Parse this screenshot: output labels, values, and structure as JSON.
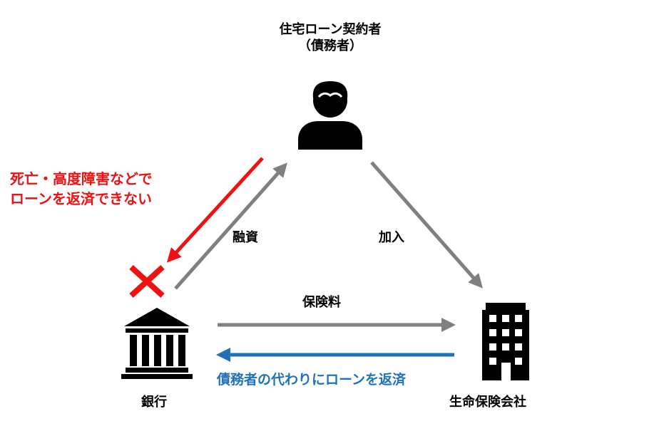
{
  "nodes": {
    "borrower": {
      "line1": "住宅ローン契約者",
      "line2": "（債務者）",
      "icon": "person-icon"
    },
    "bank": {
      "label": "銀行",
      "icon": "bank-icon"
    },
    "insurer": {
      "label": "生命保険会社",
      "icon": "office-building-icon"
    }
  },
  "edges": {
    "loan": {
      "label": "融資"
    },
    "enroll": {
      "label": "加入"
    },
    "premium": {
      "label": "保険料"
    },
    "repay": {
      "label": "債務者の代わりにローンを返済"
    },
    "failure": {
      "line1": "死亡・高度障害などで",
      "line2": "ローンを返済できない"
    }
  },
  "colors": {
    "gray": "#808080",
    "red": "#ee1111",
    "blue": "#1f72b8",
    "black": "#000000"
  }
}
